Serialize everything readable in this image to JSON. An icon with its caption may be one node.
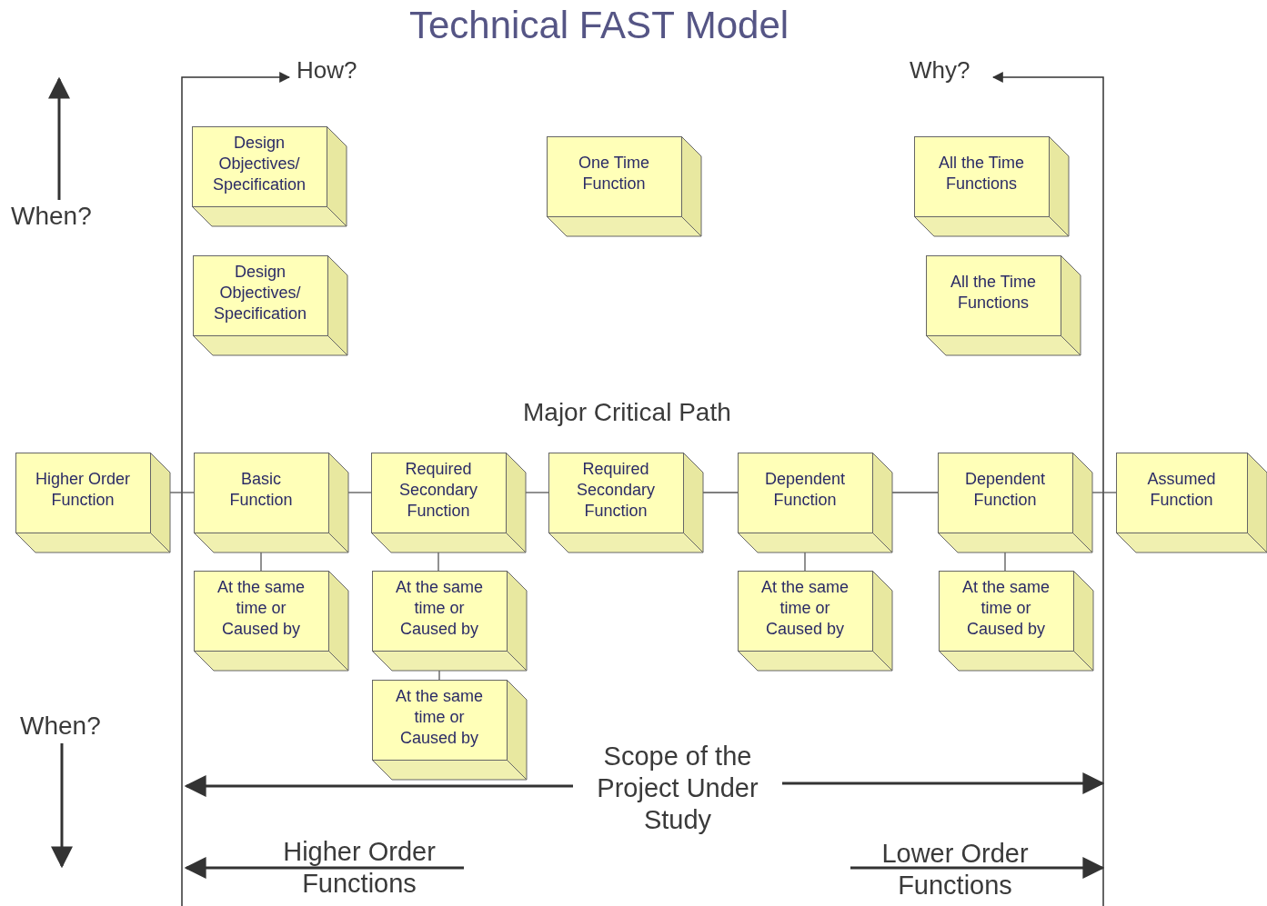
{
  "diagram": {
    "title": "Technical FAST Model",
    "nodes": [
      {
        "text": [
          "Design Objectives/ Specification"
        ]
      },
      {
        "text": [
          "One Time Function"
        ]
      },
      {
        "text": [
          "All the Time Functions"
        ]
      },
      {
        "text": [
          "Design Objectives/ Specification"
        ]
      },
      {
        "text": [
          "All the Time Functions"
        ]
      },
      {
        "text": [
          "Higher Order Function"
        ]
      },
      {
        "text": [
          "Basic Function"
        ]
      },
      {
        "text": [
          "Required Secondary Function"
        ]
      },
      {
        "text": [
          "Required Secondary Function"
        ]
      },
      {
        "text": [
          "Dependent Function"
        ]
      },
      {
        "text": [
          "Dependent Function"
        ]
      },
      {
        "text": [
          "Assumed Function"
        ]
      },
      {
        "text": [
          "At the same time or Caused by"
        ]
      },
      {
        "text": [
          "At the same time or Caused by"
        ]
      },
      {
        "text": [
          "At the same time or Caused by"
        ]
      },
      {
        "text": [
          "At the same time or Caused by"
        ]
      },
      {
        "text": [
          "At the same time or Caused by"
        ]
      }
    ],
    "edges": [
      {
        "from": 5,
        "to": 6,
        "arrow": "none"
      },
      {
        "from": 6,
        "to": 7,
        "arrow": "none"
      },
      {
        "from": 7,
        "to": 8,
        "arrow": "none"
      },
      {
        "from": 8,
        "to": 9,
        "arrow": "none"
      },
      {
        "from": 9,
        "to": 10,
        "arrow": "none"
      },
      {
        "from": 10,
        "to": 11,
        "arrow": "none"
      },
      {
        "from": 6,
        "to": 12,
        "arrow": "none"
      },
      {
        "from": 7,
        "to": 13,
        "arrow": "none"
      },
      {
        "from": 13,
        "to": 16,
        "arrow": "none"
      },
      {
        "from": 9,
        "to": 14,
        "arrow": "none"
      },
      {
        "from": 10,
        "to": 15,
        "arrow": "none"
      }
    ],
    "labels": [
      "How?",
      "Why?",
      "When?",
      "Major Critical Path",
      "When?",
      "Scope of the Project Under Study",
      "Higher Order Functions",
      "Lower Order Functions"
    ]
  }
}
